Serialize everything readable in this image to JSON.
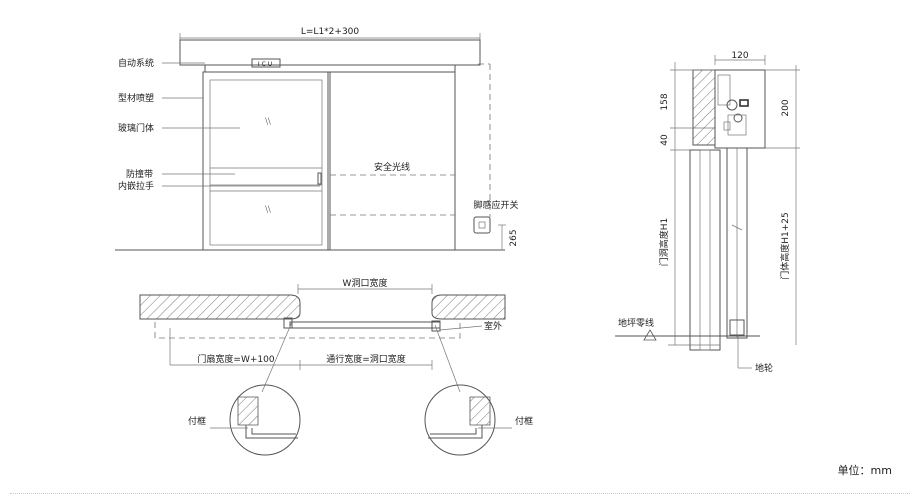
{
  "front_view": {
    "overall_length": "L=L1*2+300",
    "icu_sign": "ICU",
    "labels": {
      "auto_system": "自动系统",
      "profile_coating": "型材喷塑",
      "glass_door": "玻璃门体",
      "bumper_strip": "防撞带",
      "recessed_handle": "内嵌拉手",
      "safety_beam": "安全光线",
      "foot_switch": "脚感应开关"
    },
    "switch_height": "265"
  },
  "plan_view": {
    "opening_width": "W洞口宽度",
    "outdoor": "室外",
    "leaf_width": "门扇宽度=W+100",
    "passage_width": "通行宽度=洞口宽度",
    "frame_left": "付框",
    "frame_right": "付框"
  },
  "section_view": {
    "dim_width": "120",
    "dim_158": "158",
    "dim_200": "200",
    "dim_40": "40",
    "opening_height": "门洞高度H1",
    "door_height": "门体高度H1+25",
    "floor_zero": "地坪零线",
    "floor_wheel": "地轮"
  },
  "unit_label": "单位：mm",
  "colors": {
    "line": "#555555",
    "text": "#222222",
    "background": "#ffffff"
  }
}
